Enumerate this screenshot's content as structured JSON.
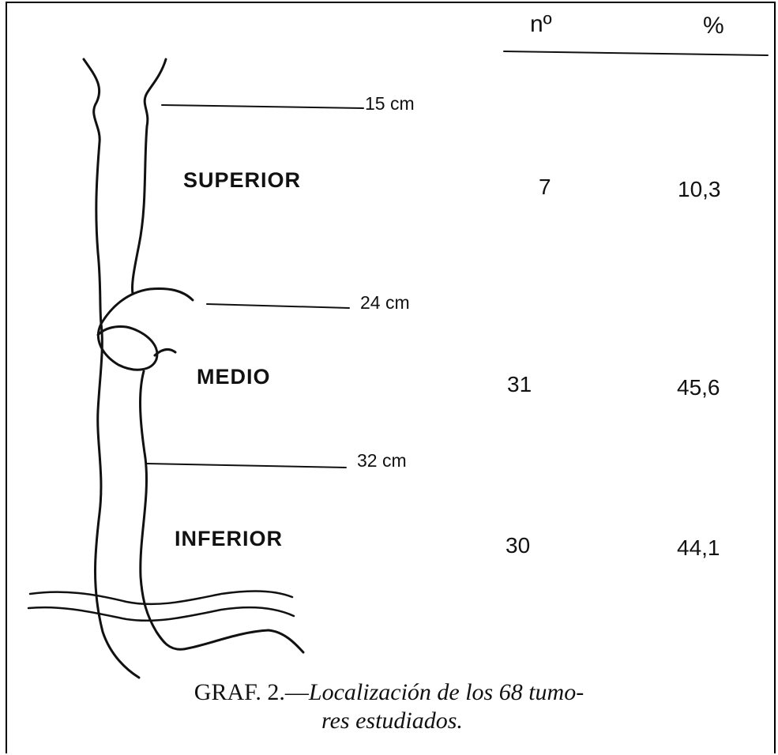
{
  "table": {
    "header_n": "nº",
    "header_pct": "%"
  },
  "markers": [
    {
      "label": "15 cm"
    },
    {
      "label": "24 cm"
    },
    {
      "label": "32 cm"
    }
  ],
  "regions": [
    {
      "name": "SUPERIOR",
      "n": "7",
      "pct": "10,3"
    },
    {
      "name": "MEDIO",
      "n": "31",
      "pct": "45,6"
    },
    {
      "name": "INFERIOR",
      "n": "30",
      "pct": "44,1"
    }
  ],
  "caption": {
    "prefix": "GRAF. 2.—",
    "line1_italic": "Localización de los 68 tumo-",
    "line2_italic": "res estudiados."
  }
}
